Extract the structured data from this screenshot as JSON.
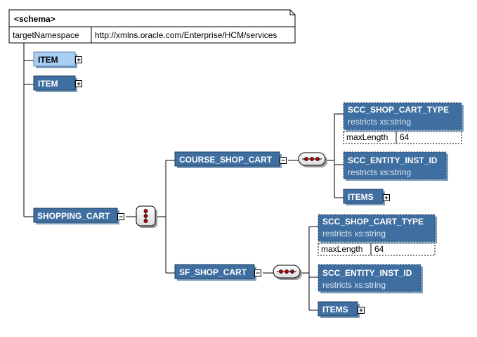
{
  "schema": {
    "title": "<schema>",
    "attribute_name": "targetNamespace",
    "attribute_value": "http://xmlns.oracle.com/Enterprise/HCM/services"
  },
  "colors": {
    "element_fill": "#3f6ea0",
    "element_highlight_fill": "#a8cef3",
    "element_stroke": "#1f3d60",
    "connector": "#000000",
    "compositor_dot": "#c00000"
  },
  "icons": {
    "expand": "plus-square-icon",
    "collapse": "minus-square-icon",
    "sequence": "sequence-compositor-icon",
    "choice": "choice-compositor-icon"
  },
  "elements": {
    "item_1": {
      "label": "ITEM"
    },
    "item_2": {
      "label": "ITEM"
    },
    "shopping_cart": {
      "label": "SHOPPING_CART"
    },
    "course_shop_cart": {
      "label": "COURSE_SHOP_CART",
      "children": {
        "type": {
          "label": "SCC_SHOP_CART_TYPE",
          "restriction": "restricts xs:string",
          "facet_name": "maxLength",
          "facet_value": "64"
        },
        "entity": {
          "label": "SCC_ENTITY_INST_ID",
          "restriction": "restricts xs:string"
        },
        "items": {
          "label": "ITEMS"
        }
      }
    },
    "sf_shop_cart": {
      "label": "SF_SHOP_CART",
      "children": {
        "type": {
          "label": "SCC_SHOP_CART_TYPE",
          "restriction": "restricts xs:string",
          "facet_name": "maxLength",
          "facet_value": "64"
        },
        "entity": {
          "label": "SCC_ENTITY_INST_ID",
          "restriction": "restricts xs:string"
        },
        "items": {
          "label": "ITEMS"
        }
      }
    }
  }
}
